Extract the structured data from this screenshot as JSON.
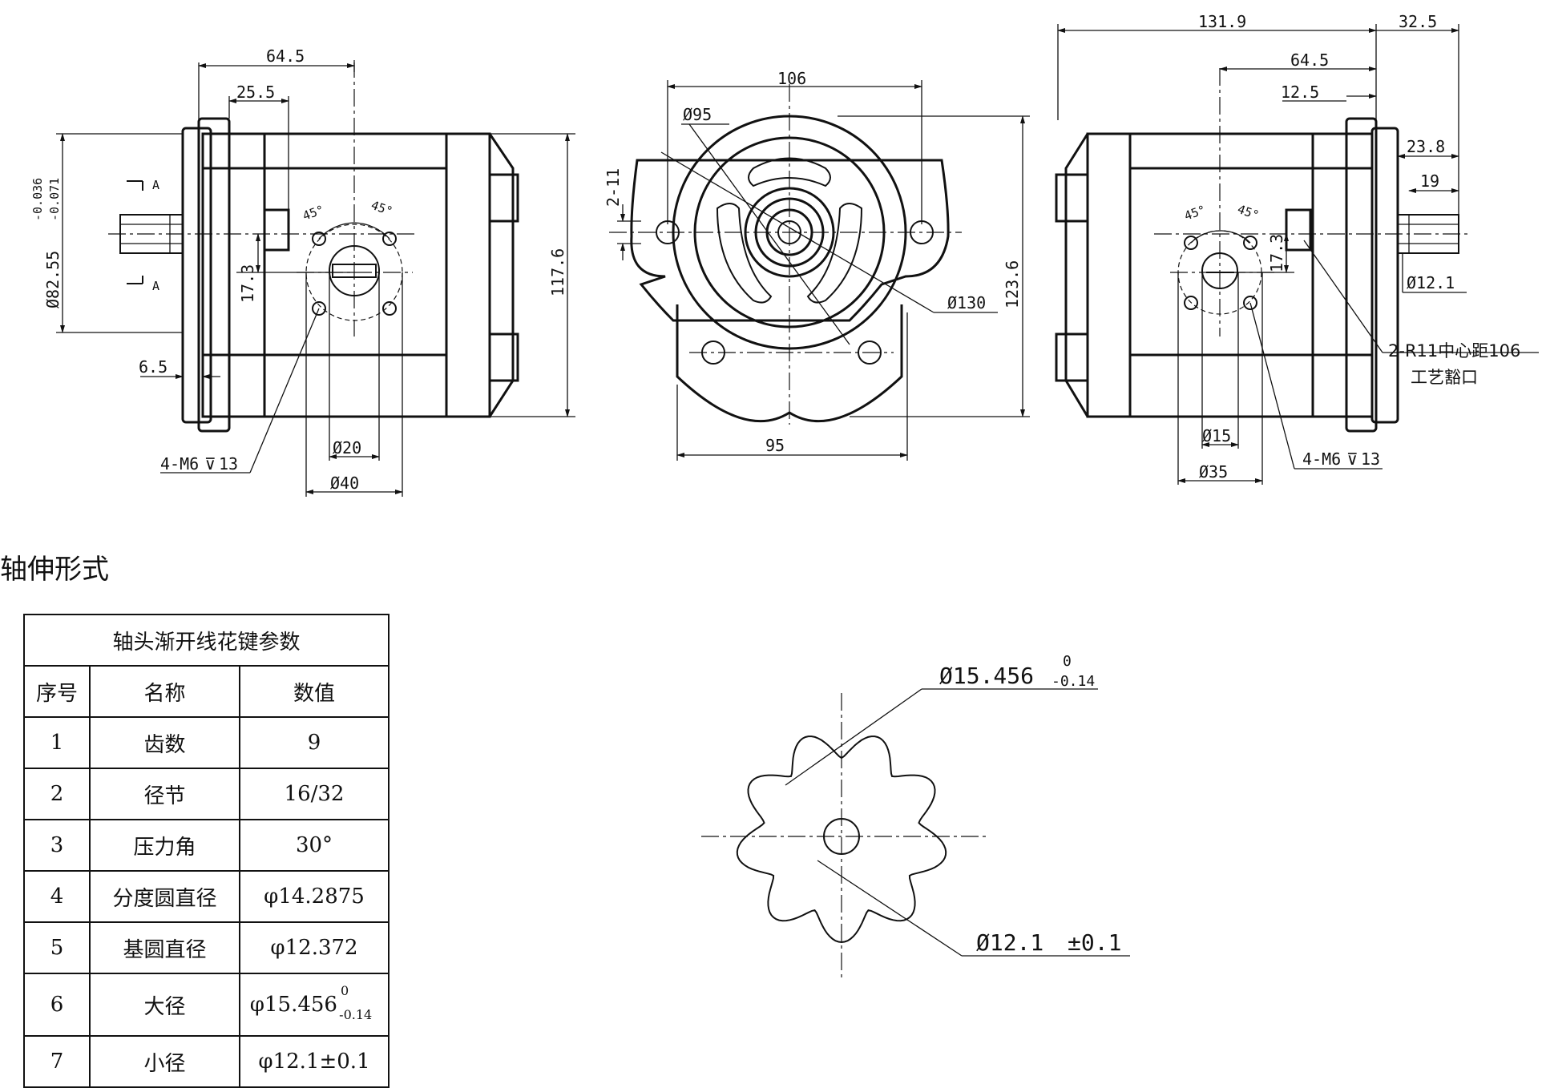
{
  "front_view": {
    "dims": {
      "d64_5": "64.5",
      "d25_5": "25.5",
      "d117_6": "117.6",
      "d82_55": "Ø82.55",
      "tol_up": "-0.036",
      "tol_low": "-0.071",
      "d17_3": "17.3",
      "d6_5": "6.5",
      "d20": "Ø20",
      "d40": "Ø40",
      "angle_a": "45°",
      "angle_b": "45°",
      "thread": "4-M6",
      "thread_depth": "13",
      "section_a1": "A",
      "section_a2": "A"
    }
  },
  "side_view": {
    "dims": {
      "d106": "106",
      "d95_top": "Ø95",
      "d2_11": "2-11",
      "d130": "Ø130",
      "d123_6": "123.6",
      "d95_bottom": "95"
    }
  },
  "rear_view": {
    "dims": {
      "d131_9": "131.9",
      "d32_5": "32.5",
      "d64_5": "64.5",
      "d12_5": "12.5",
      "d23_8": "23.8",
      "d19": "19",
      "d12_1": "Ø12.1",
      "d17_3": "17.3",
      "angle_a": "45°",
      "angle_b": "45°",
      "note_r11": "2-R11中心距106",
      "note_process": "工艺豁口",
      "d15": "Ø15",
      "d35": "Ø35",
      "thread": "4-M6",
      "thread_depth": "13"
    }
  },
  "spline_section": {
    "title": "轴伸形式",
    "major_dia": "Ø15.456",
    "major_tol_up": "0",
    "major_tol_low": "-0.14",
    "minor_dia": "Ø12.1",
    "minor_tol": "±0.1",
    "teeth": 9
  },
  "table": {
    "caption": "轴头渐开线花键参数",
    "headers": [
      "序号",
      "名称",
      "数值"
    ],
    "rows": [
      {
        "no": "1",
        "name": "齿数",
        "value": "9"
      },
      {
        "no": "2",
        "name": "径节",
        "value": "16/32"
      },
      {
        "no": "3",
        "name": "压力角",
        "value": "30°"
      },
      {
        "no": "4",
        "name": "分度圆直径",
        "value": "φ14.2875"
      },
      {
        "no": "5",
        "name": "基圆直径",
        "value": "φ12.372"
      },
      {
        "no": "6",
        "name": "大径",
        "value": "φ15.456",
        "tol_up": "0",
        "tol_low": "-0.14"
      },
      {
        "no": "7",
        "name": "小径",
        "value": "φ12.1±0.1"
      }
    ]
  }
}
